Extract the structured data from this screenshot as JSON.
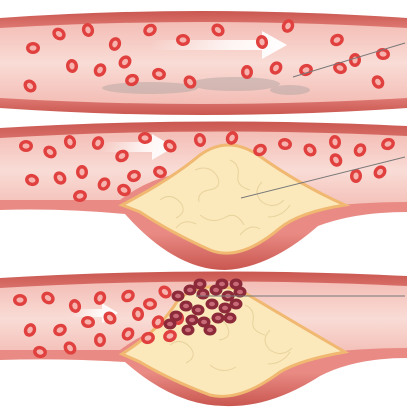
{
  "figure": {
    "panels": [
      {
        "id": "normal-artery",
        "flow_arrow": true,
        "plaque": false,
        "clot": false
      },
      {
        "id": "narrowed-artery",
        "flow_arrow": true,
        "plaque": true,
        "clot": false
      },
      {
        "id": "blocked-artery",
        "flow_arrow": true,
        "plaque": true,
        "clot": true
      }
    ],
    "labels": [],
    "colors": {
      "vessel_wall_outer": "#e98b84",
      "vessel_wall_inner": "#d9625c",
      "lumen": "#f6cfc8",
      "plaque_fill": "#fbe9bc",
      "plaque_border": "#f0b871",
      "red_cell": "#e0413f",
      "red_cell_center": "#f7b3ae",
      "clot_cell": "#8c2a3a",
      "arrow": "#ffffff",
      "leader_line": "#777777"
    }
  }
}
